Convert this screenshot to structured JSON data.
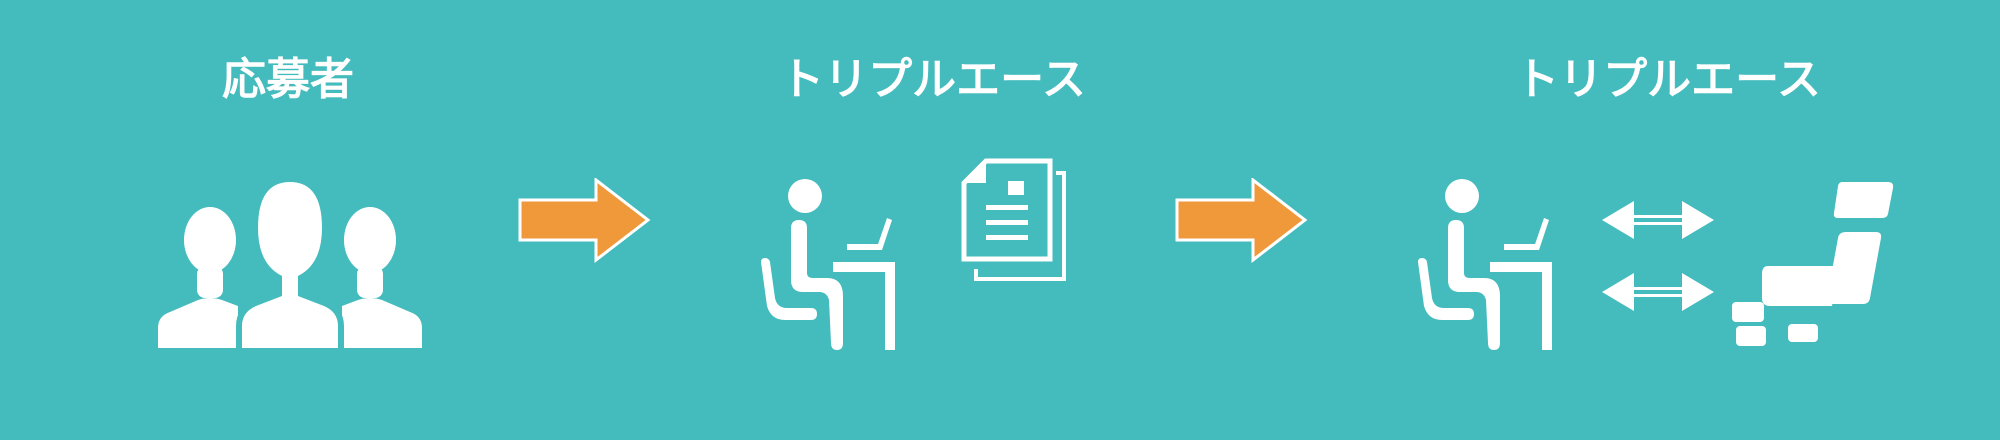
{
  "steps": [
    {
      "title": "応募者",
      "icon": "people-group-icon"
    },
    {
      "title": "トリプルエース",
      "icons": [
        "person-at-desk-icon",
        "documents-icon"
      ]
    },
    {
      "title": "トリプルエース",
      "icons": [
        "person-at-desk-icon",
        "exchange-arrows-icon",
        "interview-chair-icon"
      ]
    }
  ],
  "arrows": [
    "arrow-right-icon",
    "arrow-right-icon"
  ],
  "colors": {
    "background": "#44bbbd",
    "arrow_fill": "#f0993a",
    "icon": "#ffffff"
  }
}
